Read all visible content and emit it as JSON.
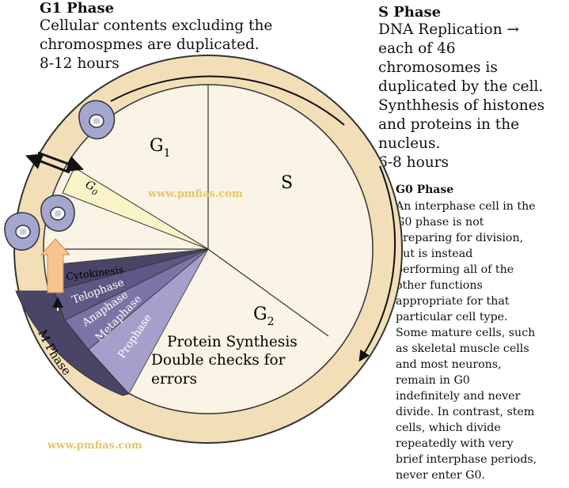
{
  "g1": {
    "title": "G1 Phase",
    "lines": [
      "Cellular contents excluding the",
      "chromospmes are duplicated.",
      "8-12 hours"
    ]
  },
  "s": {
    "title": "S Phase",
    "lines": [
      "DNA Replication →",
      "each of 46",
      "chromosomes is",
      "duplicated by the cell.",
      "Synthhesis of histones",
      "and proteins in the",
      "nucleus.",
      "6-8 hours"
    ]
  },
  "g0": {
    "title": "G0 Phase",
    "lines": [
      "An interphase cell in the",
      "G0 phase is not",
      "preparing for division,",
      "but is instead",
      "performing all of the",
      "other functions",
      "appropriate for that",
      "particular cell type.",
      "Some mature cells, such",
      "as skeletal muscle cells",
      "and most neurons,",
      "remain in G0",
      "indefinitely and never",
      "divide. In contrast, stem",
      "cells, which divide",
      "repeatedly with very",
      "brief interphase periods,",
      "never enter G0."
    ]
  },
  "diagram": {
    "sectors": {
      "g1": {
        "label": "G",
        "sub": "1"
      },
      "g0": {
        "label": "G",
        "sub": "0"
      },
      "s": {
        "label": "S"
      },
      "g2": {
        "label": "G",
        "sub": "2"
      }
    },
    "g2_notes": [
      "Protein Synthesis",
      "Double checks for",
      "errors"
    ],
    "mitosis": [
      "Cytokinesis",
      "Telophase",
      "Anaphase",
      "Metaphase",
      "Prophase"
    ],
    "m_phase": "M Phase",
    "watermark": "www.pmfias.com"
  },
  "colors": {
    "ring": "#f2dfb8",
    "disk": "#faf4e6",
    "outline": "#333333",
    "g0_wedge": "#fbf3c8",
    "telophase": "#4a4466",
    "anaphase": "#5f5886",
    "metaphase": "#7c74a6",
    "prophase": "#a79fcb",
    "m_band": "#4a4466",
    "cytokinesis_arrow": "#f7c38e",
    "cell_fill": "#a3a6cf",
    "watermark": "#e6c46a"
  }
}
